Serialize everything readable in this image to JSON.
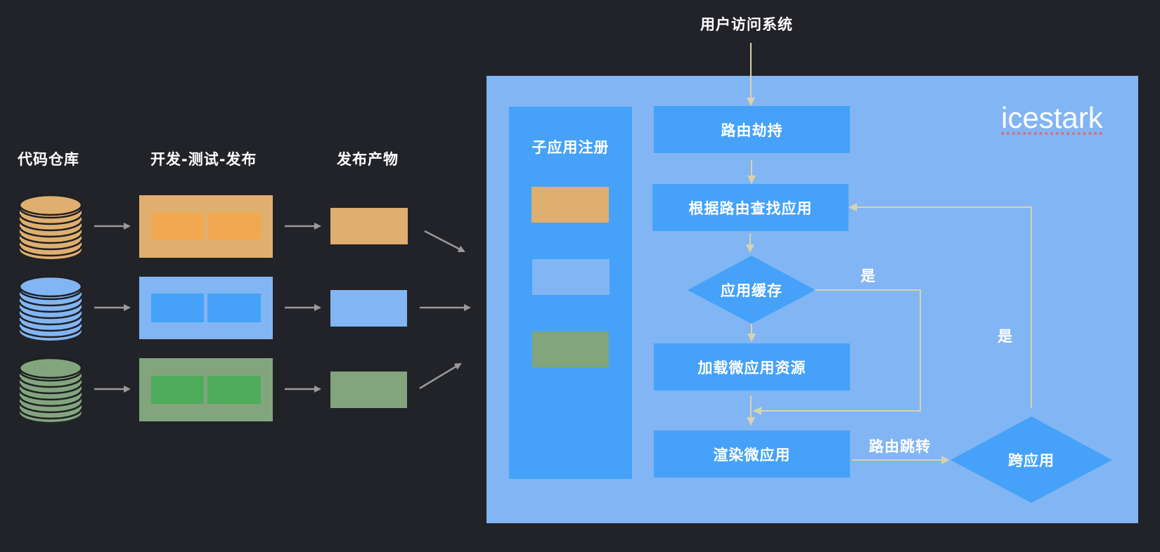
{
  "colors": {
    "background": "#222328",
    "container": "#82b5f3",
    "flow_box": "#45a2f8",
    "connector": "#d8d3ad",
    "pipeline_arrow": "#9a9a9a",
    "orange_outer": "#dfaf6f",
    "orange_inner": "#f1a951",
    "blue_outer": "#82b5f3",
    "blue_inner": "#45a2f8",
    "green_outer": "#82a57d",
    "green_inner": "#4eab5a"
  },
  "pipeline": {
    "headers": {
      "repo": "代码仓库",
      "dev": "开发-测试-发布",
      "artifact": "发布产物"
    },
    "rows": [
      {
        "name": "orange",
        "outer": "#dfaf6f",
        "inner": "#f1a951"
      },
      {
        "name": "blue",
        "outer": "#82b5f3",
        "inner": "#45a2f8"
      },
      {
        "name": "green",
        "outer": "#82a57d",
        "inner": "#4eab5a"
      }
    ]
  },
  "top_label": "用户访问系统",
  "icestark": {
    "title": "icestark",
    "registry": {
      "title": "子应用注册",
      "apps": [
        "#dfaf6f",
        "#82b5f3",
        "#82a57d"
      ]
    },
    "flow": {
      "route_hijack": "路由劫持",
      "find_app": "根据路由查找应用",
      "app_cache": "应用缓存",
      "load_resources": "加载微应用资源",
      "render": "渲染微应用",
      "cross_app": "跨应用",
      "yes_cache": "是",
      "yes_cross": "是",
      "route_jump": "路由跳转"
    }
  }
}
